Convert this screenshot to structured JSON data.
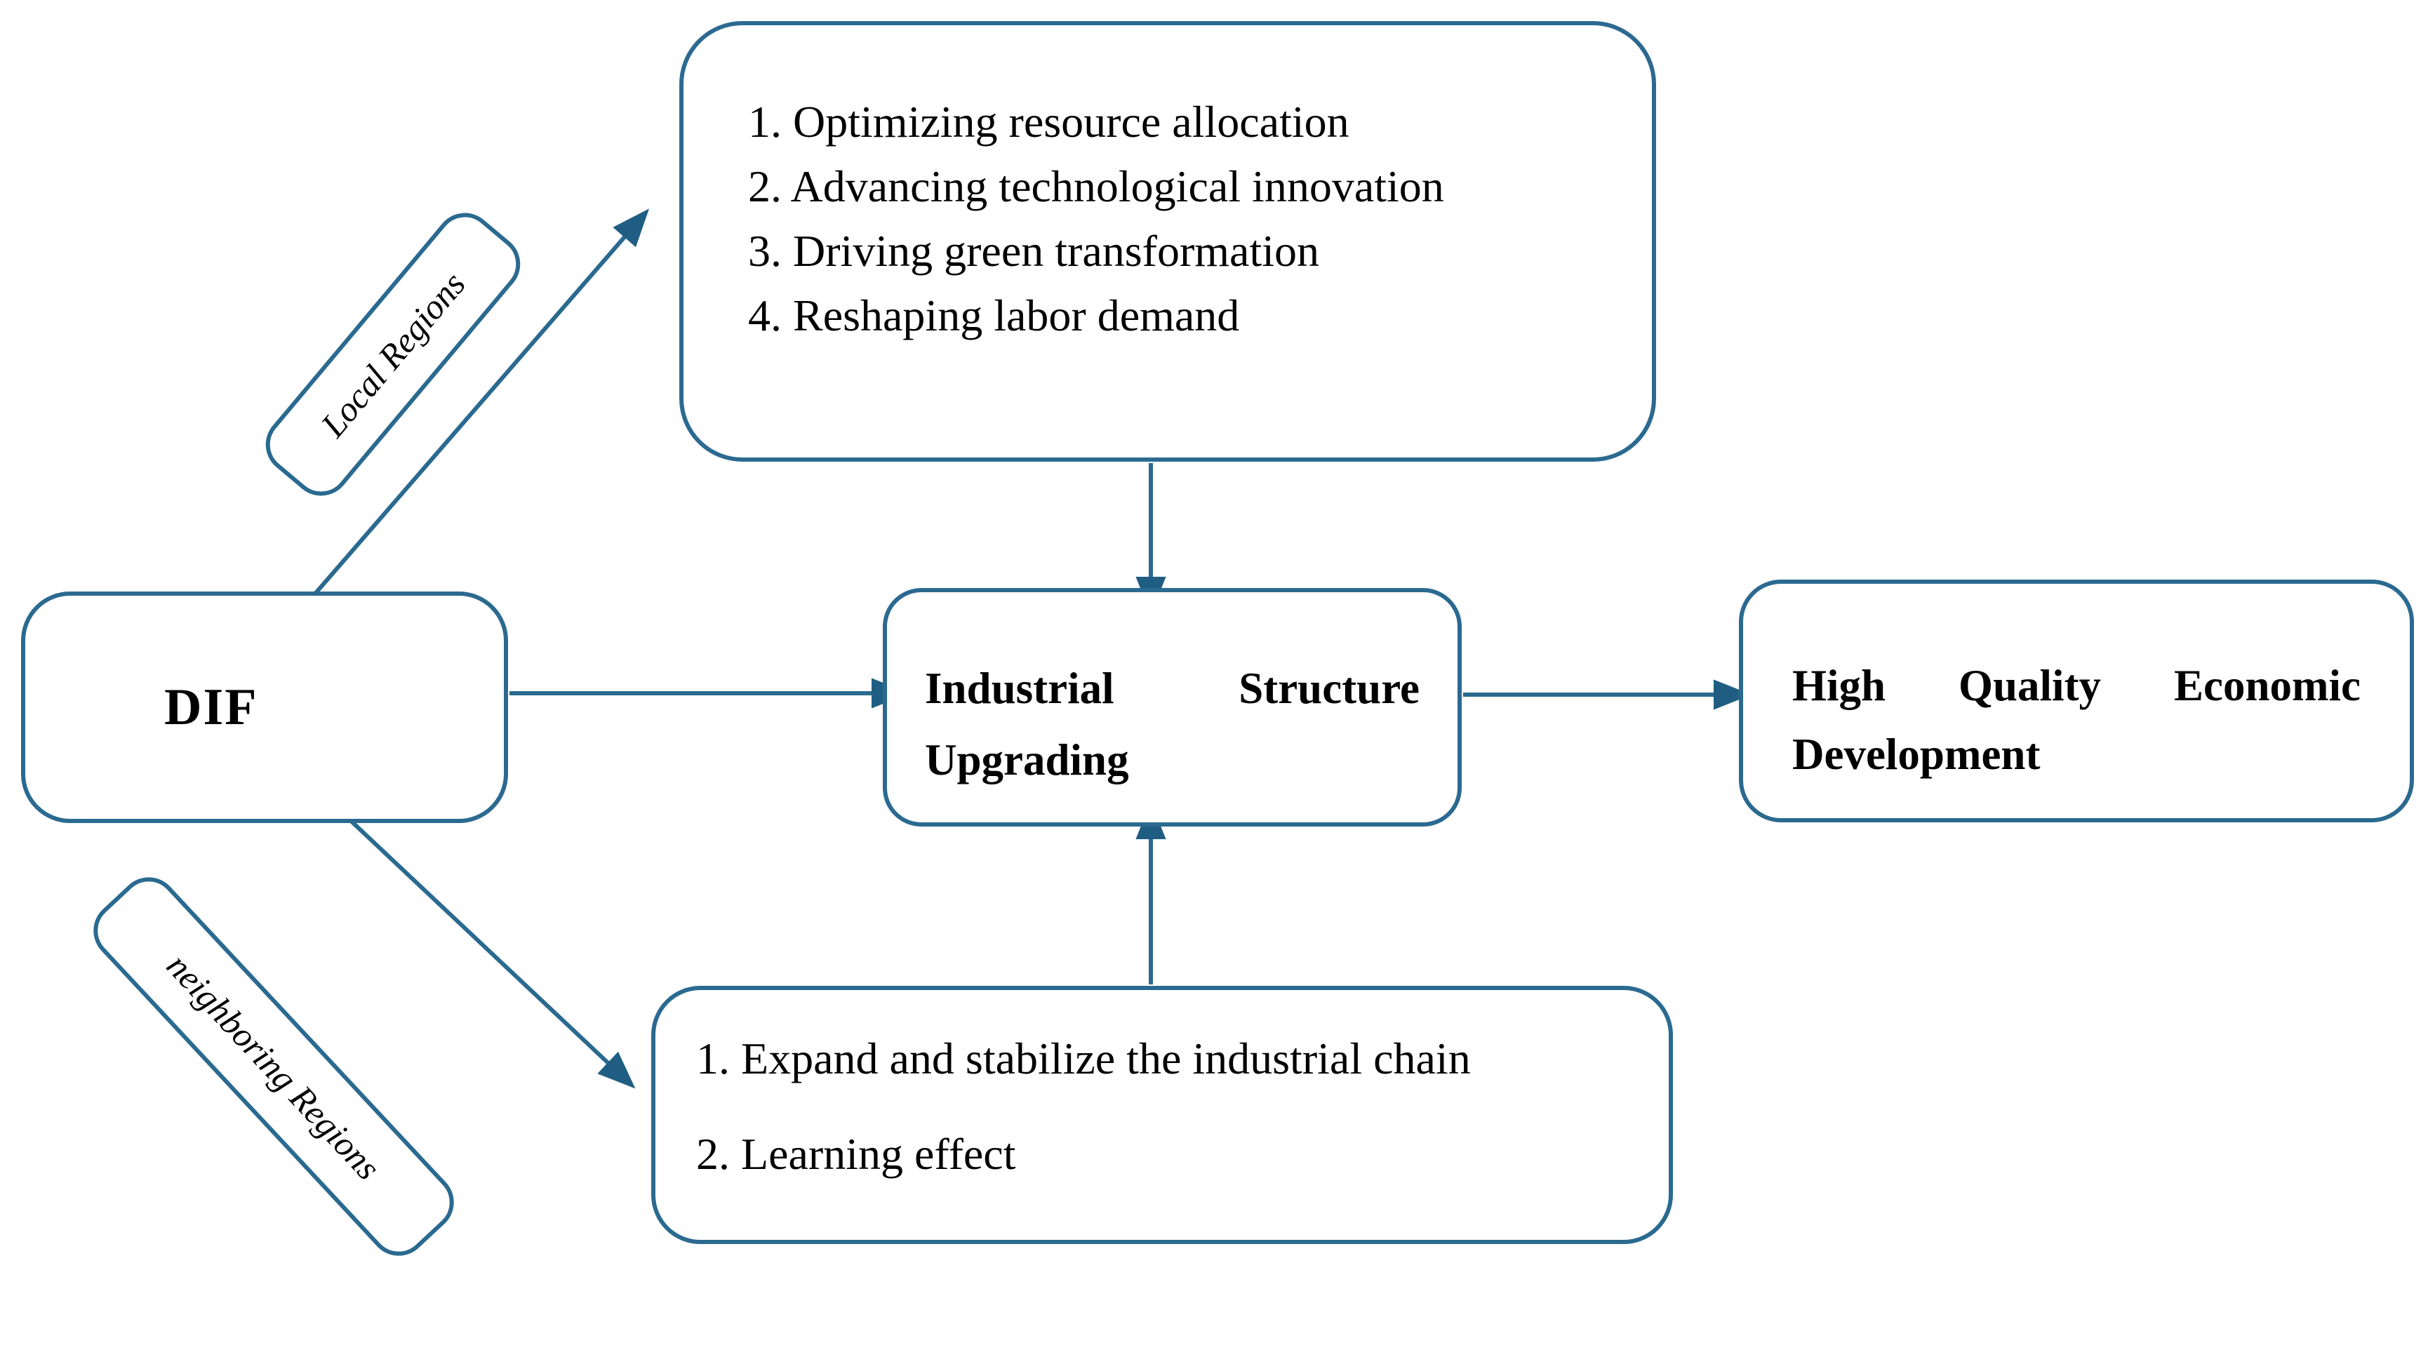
{
  "diagram": {
    "background": "#ffffff",
    "colors": {
      "stroke": "#2b6a90",
      "arrowhead": "#1f5e82",
      "text": "#000000",
      "box_fill": "#ffffff"
    },
    "nodes": {
      "dif": {
        "label": "DIF"
      },
      "local_regions": {
        "label": "Local Regions"
      },
      "neighboring_regions": {
        "label": "neighboring Regions"
      },
      "direct_mechanisms": {
        "items": [
          "1. Optimizing resource allocation",
          "2. Advancing technological innovation",
          "3. Driving green transformation",
          "4. Reshaping labor demand"
        ]
      },
      "spillover_mechanisms": {
        "items": [
          "1. Expand and stabilize the industrial chain",
          "2. Learning effect"
        ]
      },
      "industrial_structure_upgrading": {
        "label": "Industrial Structure Upgrading",
        "line1_words": [
          "Industrial",
          "Structure"
        ],
        "line2": "Upgrading"
      },
      "high_quality_economic_development": {
        "label": "High Quality Economic Development",
        "line1_words": [
          "High",
          "Quality",
          "Economic"
        ],
        "line2": "Development"
      }
    },
    "edges": [
      {
        "from": "dif",
        "to": "direct_mechanisms",
        "via": "Local Regions"
      },
      {
        "from": "dif",
        "to": "industrial_structure_upgrading",
        "via": ""
      },
      {
        "from": "dif",
        "to": "spillover_mechanisms",
        "via": "neighboring Regions"
      },
      {
        "from": "direct_mechanisms",
        "to": "industrial_structure_upgrading",
        "via": ""
      },
      {
        "from": "spillover_mechanisms",
        "to": "industrial_structure_upgrading",
        "via": ""
      },
      {
        "from": "industrial_structure_upgrading",
        "to": "high_quality_economic_development",
        "via": ""
      }
    ]
  }
}
